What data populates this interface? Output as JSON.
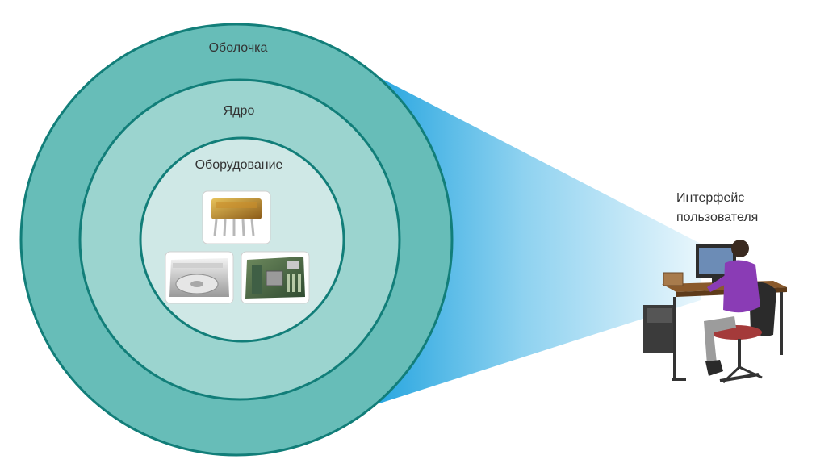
{
  "layers": {
    "shell": {
      "label": "Оболочка",
      "color": "#67BDB8"
    },
    "kernel": {
      "label": "Ядро",
      "color": "#9BD4CF"
    },
    "hardware": {
      "label": "Оборудование",
      "color": "#CFE8E6"
    }
  },
  "ring_stroke_color": "#127E79",
  "beam_colors": {
    "start": "#2AA7E0",
    "end": "#E8F6FC"
  },
  "user_interface": {
    "label_line1": "Интерфейс",
    "label_line2": "пользователя"
  },
  "hardware_icons": [
    "microchip-icon",
    "optical-disc-drive-icon",
    "motherboard-icon"
  ],
  "user_figure_icon": "user-at-computer-icon"
}
